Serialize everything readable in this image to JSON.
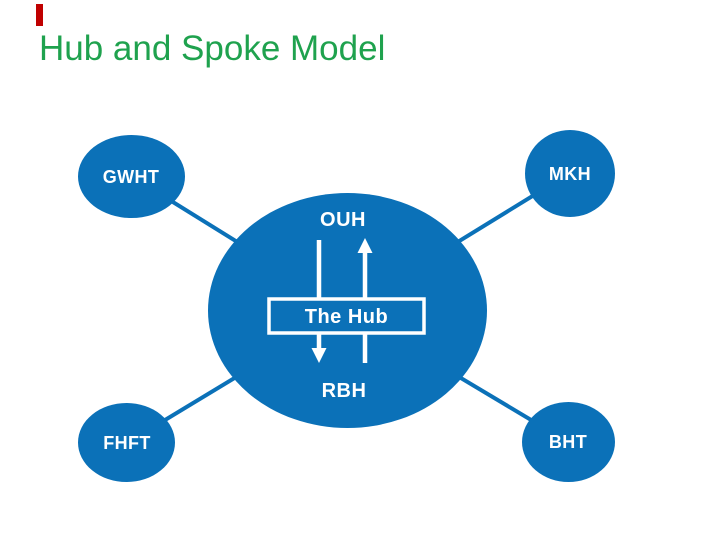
{
  "slide": {
    "title": "Hub and Spoke Model",
    "title_color": "#1fa24e",
    "background_color": "#ffffff",
    "accent_bar_color": "#c00000"
  },
  "diagram": {
    "node_fill": "#0b71b8",
    "connector_color": "#0b71b8",
    "label_color": "#ffffff",
    "hub": {
      "label": "The Hub",
      "top_label": "OUH",
      "bottom_label": "RBH",
      "arrows": [
        "down-arrow",
        "up-arrow"
      ]
    },
    "spokes": [
      {
        "label": "GWHT",
        "position": "top-left"
      },
      {
        "label": "MKH",
        "position": "top-right"
      },
      {
        "label": "FHFT",
        "position": "bottom-left"
      },
      {
        "label": "BHT",
        "position": "bottom-right"
      }
    ]
  }
}
